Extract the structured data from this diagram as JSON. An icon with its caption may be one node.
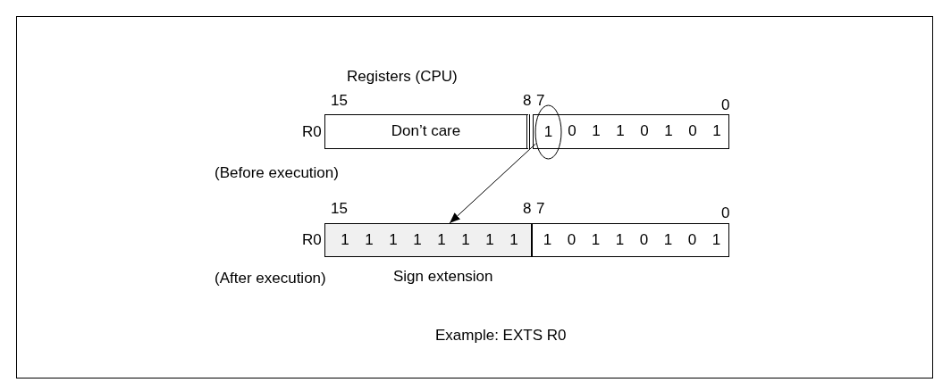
{
  "diagram": {
    "nodes": [
      {
        "text": [
          "Don’t care"
        ]
      },
      {
        "text": [
          "0",
          "1",
          "1",
          "0",
          "1",
          "0",
          "1"
        ]
      },
      {
        "text": [
          "1"
        ]
      },
      {
        "text": [
          "1",
          "1",
          "1",
          "1",
          "1",
          "1",
          "1",
          "1"
        ],
        "beside": [
          "Sign extension"
        ]
      },
      {
        "text": [
          "1",
          "0",
          "1",
          "1",
          "0",
          "1",
          "0",
          "1"
        ]
      }
    ],
    "edges": [
      {
        "from": 2,
        "to": 3,
        "arrow": "to"
      }
    ],
    "labels": [
      "Registers (CPU)",
      "15",
      "8",
      "7",
      "0",
      "R0",
      "(Before execution)",
      "15",
      "8",
      "7",
      "0",
      "R0",
      "(After execution)",
      "Example: EXTS R0"
    ]
  }
}
